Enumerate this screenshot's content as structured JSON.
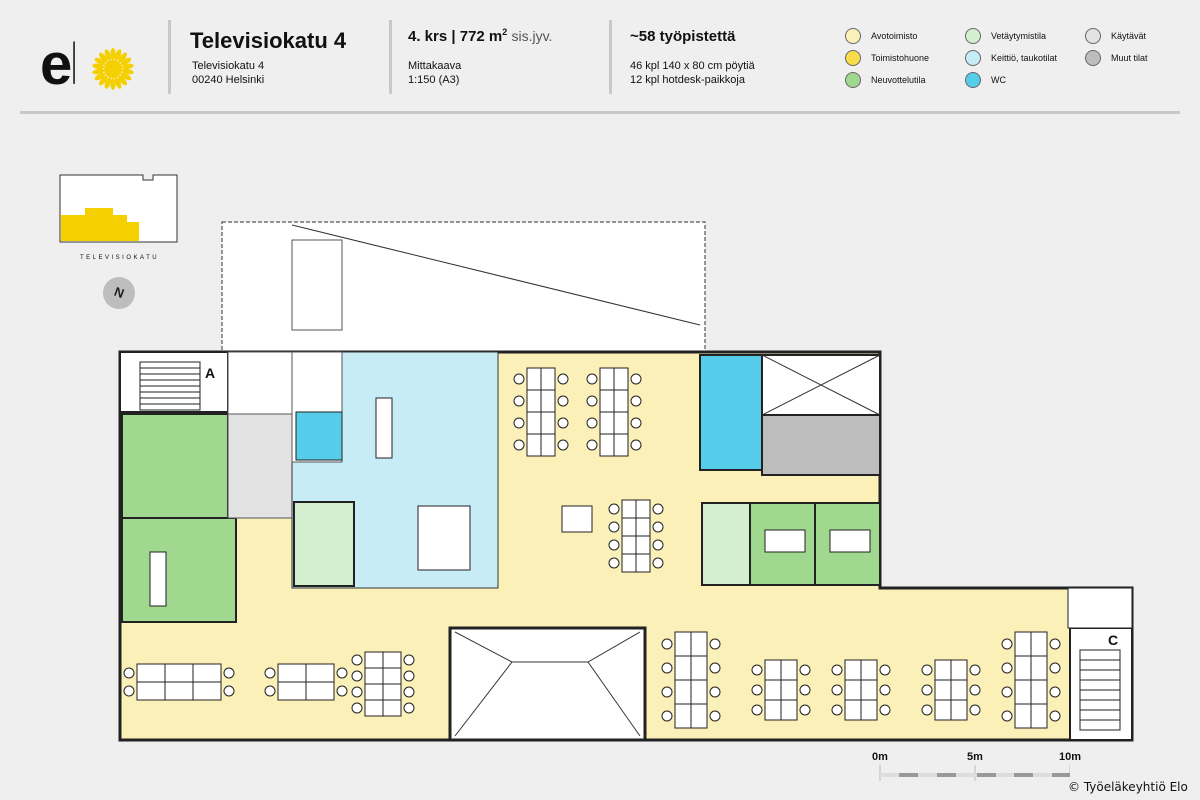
{
  "logo": {
    "text": "elo",
    "sun_color": "#f5d000"
  },
  "header": {
    "title": "Televisiokatu 4",
    "address_line1": "Televisiokatu 4",
    "address_line2": "00240 Helsinki",
    "floor_area": "4. krs | 772 m",
    "floor_area_sup": "2",
    "floor_area_suffix": "sis.jyv.",
    "scale_label": "Mittakaava",
    "scale_value": "1:150 (A3)",
    "workstations": "~58 työpistettä",
    "desks": "46 kpl 140 x 80 cm pöytiä",
    "hotdesk": "12 kpl hotdesk-paikkoja"
  },
  "legend": [
    {
      "label": "Avotoimisto",
      "color": "#fbf0b8"
    },
    {
      "label": "Toimistohuone",
      "color": "#f7dd4a"
    },
    {
      "label": "Neuvottelutila",
      "color": "#9fd88e"
    },
    {
      "label": "Vetäytymistila",
      "color": "#d4efd0"
    },
    {
      "label": "Keittiö, taukotilat",
      "color": "#c8ecf6"
    },
    {
      "label": "WC",
      "color": "#55cdea"
    },
    {
      "label": "Käytävät",
      "color": "#e3e3e3"
    },
    {
      "label": "Muut tilat",
      "color": "#bdbdbd"
    }
  ],
  "keymap": {
    "street_label": "TELEVISIOKATU"
  },
  "plan": {
    "stair_a": "A",
    "stair_c": "C"
  },
  "scalebar": {
    "ticks": [
      "0m",
      "5m",
      "10m"
    ]
  },
  "copyright": "© Työeläkeyhtiö Elo"
}
